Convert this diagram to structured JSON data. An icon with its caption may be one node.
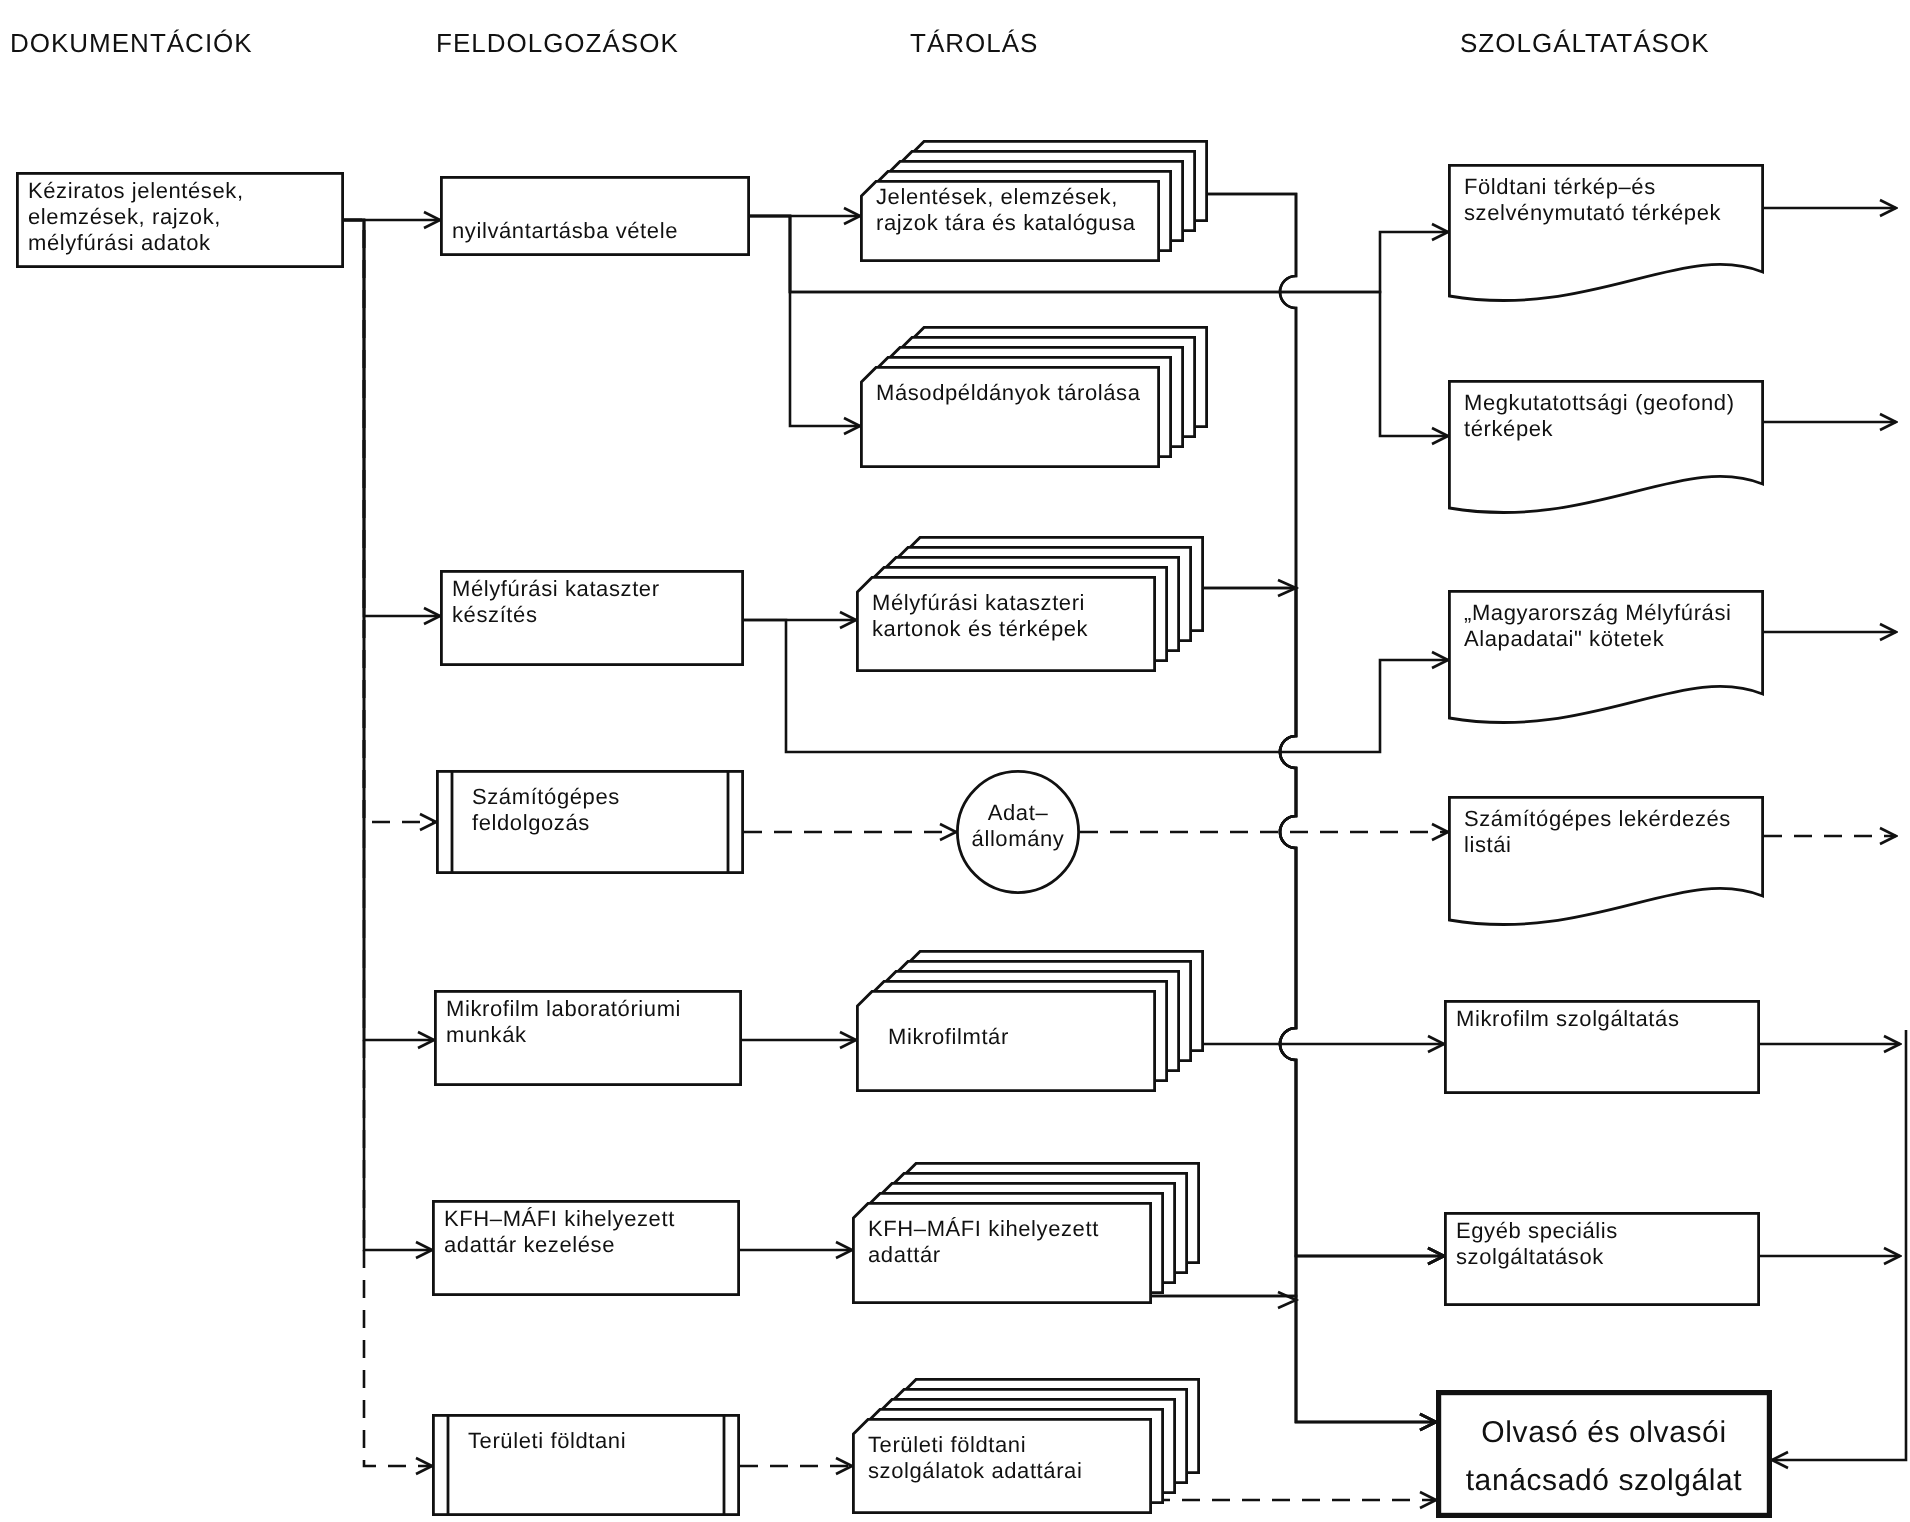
{
  "diagram": {
    "nodes": [
      {
        "text": [
          "Kéziratos jelentések, elemzések, rajzok, mélyfúrási adatok"
        ]
      },
      {
        "text": [
          "nyilvántartásba vétele"
        ]
      },
      {
        "text": [
          "Jelentések, elemzések, rajzok tára és katalógusa"
        ]
      },
      {
        "text": [
          "Másodpéldányok tárolása"
        ]
      },
      {
        "text": [
          "Mélyfúrási kataszter készítés"
        ]
      },
      {
        "text": [
          "Mélyfúrási kataszteri kartonok és térképek"
        ]
      },
      {
        "text": [
          "Számítógépes feldolgozás"
        ]
      },
      {
        "text": [
          "Adat– állomány"
        ]
      },
      {
        "text": [
          "Mikrofilm laboratóriumi munkák"
        ]
      },
      {
        "text": [
          "Mikrofilmtár"
        ]
      },
      {
        "text": [
          "KFH–MÁFI kihelyezett adattár kezelése"
        ]
      },
      {
        "text": [
          "KFH–MÁFI kihelyezett adattár"
        ]
      },
      {
        "text": [
          "Területi földtani"
        ]
      },
      {
        "text": [
          "Területi földtani szolgálatok adattárai"
        ]
      },
      {
        "text": [
          "Földtani térkép–és szelvénymutató térképek"
        ]
      },
      {
        "text": [
          "Megkutatottsági (geofond) térképek"
        ]
      },
      {
        "text": [
          "„Magyarország Mélyfúrási Alapadatai\" kötetek"
        ]
      },
      {
        "text": [
          "Számítógépes lekérdezés listái"
        ]
      },
      {
        "text": [
          "Mikrofilm szolgáltatás"
        ]
      },
      {
        "text": [
          "Egyéb speciális szolgáltatások"
        ]
      },
      {
        "text": [
          "Olvasó és olvasói tanácsadó szolgálat"
        ]
      }
    ],
    "edges": [
      {
        "from": 0,
        "to": 1,
        "arrow": "to"
      },
      {
        "from": 0,
        "to": 4,
        "arrow": "to"
      },
      {
        "from": 0,
        "to": 6,
        "arrow": "to",
        "style": "dashed"
      },
      {
        "from": 0,
        "to": 8,
        "arrow": "to"
      },
      {
        "from": 0,
        "to": 10,
        "arrow": "to"
      },
      {
        "from": 0,
        "to": 12,
        "arrow": "to",
        "style": "dashed"
      },
      {
        "from": 1,
        "to": 2,
        "arrow": "to"
      },
      {
        "from": 1,
        "to": 3,
        "arrow": "to"
      },
      {
        "from": 1,
        "to": 14,
        "arrow": "to"
      },
      {
        "from": 1,
        "to": 15,
        "arrow": "to"
      },
      {
        "from": 2,
        "to": 19,
        "arrow": "to"
      },
      {
        "from": 2,
        "to": 20,
        "arrow": "to"
      },
      {
        "from": 4,
        "to": 5,
        "arrow": "to"
      },
      {
        "from": 4,
        "to": 16,
        "arrow": "to"
      },
      {
        "from": 5,
        "to": 19,
        "arrow": "to"
      },
      {
        "from": 5,
        "to": 20,
        "arrow": "to"
      },
      {
        "from": 6,
        "to": 7,
        "arrow": "to",
        "style": "dashed"
      },
      {
        "from": 7,
        "to": 17,
        "arrow": "to",
        "style": "dashed"
      },
      {
        "from": 8,
        "to": 9,
        "arrow": "to"
      },
      {
        "from": 9,
        "to": 18,
        "arrow": "to"
      },
      {
        "from": 10,
        "to": 11,
        "arrow": "to"
      },
      {
        "from": 11,
        "to": 19,
        "arrow": "to"
      },
      {
        "from": 11,
        "to": 20,
        "arrow": "to"
      },
      {
        "from": 12,
        "to": 13,
        "arrow": "to",
        "style": "dashed"
      },
      {
        "from": 13,
        "to": 20,
        "arrow": "to",
        "style": "dashed"
      },
      {
        "from": 14,
        "to": null,
        "arrow": "to"
      },
      {
        "from": 15,
        "to": null,
        "arrow": "to"
      },
      {
        "from": 16,
        "to": null,
        "arrow": "to"
      },
      {
        "from": 17,
        "to": null,
        "arrow": "to",
        "style": "dashed"
      },
      {
        "from": 18,
        "to": null,
        "arrow": "to"
      },
      {
        "from": 19,
        "to": null,
        "arrow": "to"
      },
      {
        "from": null,
        "to": 20,
        "arrow": "to"
      }
    ],
    "labels": [
      "DOKUMENTÁCIÓK",
      "FELDOLGOZÁSOK",
      "TÁROLÁS",
      "SZOLGÁLTATÁSOK"
    ]
  }
}
